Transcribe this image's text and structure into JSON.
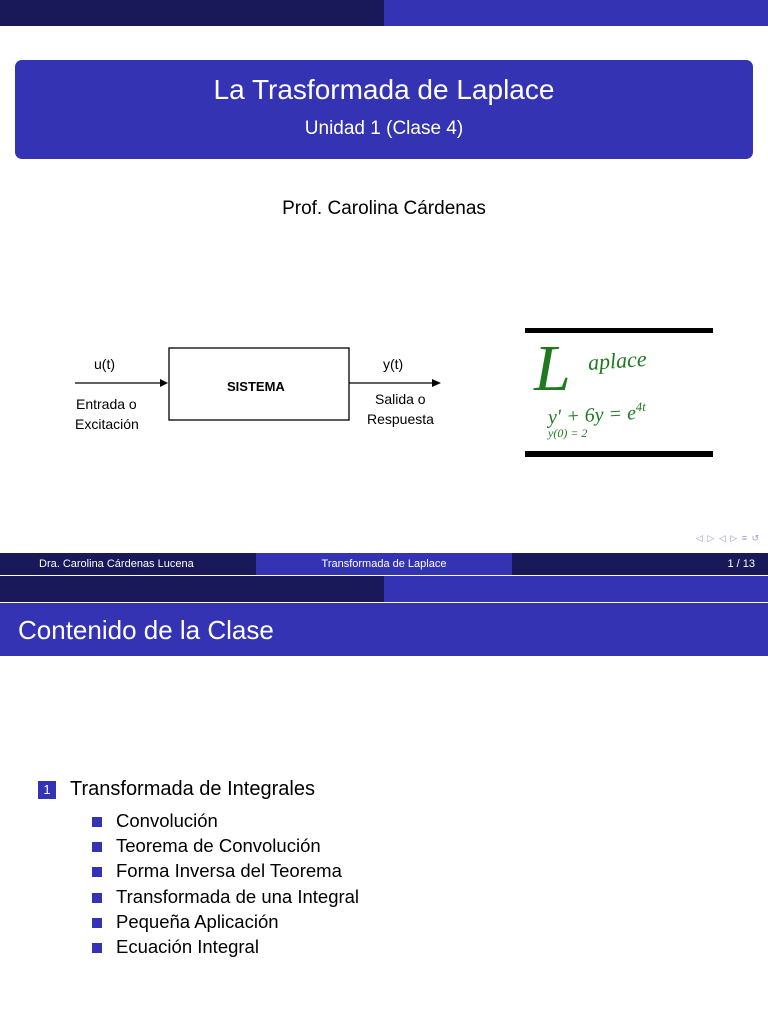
{
  "slide1": {
    "title": "La Trasformada de Laplace",
    "subtitle": "Unidad 1 (Clase 4)",
    "author": "Prof. Carolina Cárdenas",
    "diagram": {
      "input_signal": "u(t)",
      "input_label_line1": "Entrada o",
      "input_label_line2": "Excitación",
      "system": "SISTEMA",
      "output_signal": "y(t)",
      "output_label_line1": "Salida o",
      "output_label_line2": "Respuesta"
    },
    "logo": {
      "letter": "L",
      "word": "aplace",
      "equation": "y′ + 6y = e",
      "exponent": "4t",
      "initial_condition": "y(0) = 2"
    },
    "footer": {
      "author": "Dra. Carolina Cárdenas Lucena",
      "topic": "Transformada de Laplace",
      "page": "1 / 13"
    }
  },
  "slide2": {
    "frame_title": "Contenido de la Clase",
    "section_number": "1",
    "section_title": "Transformada de Integrales",
    "subsections": [
      "Convolución",
      "Teorema de Convolución",
      "Forma Inversa del Teorema",
      "Transformada de una Integral",
      "Pequeña Aplicación",
      "Ecuación Integral"
    ]
  },
  "colors": {
    "beamer_blue": "#3333b3",
    "beamer_dark": "#191959",
    "logo_green": "#1f7a1f"
  }
}
